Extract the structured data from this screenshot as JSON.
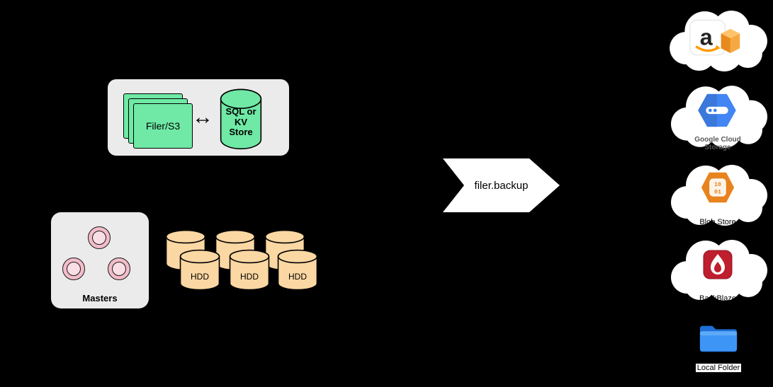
{
  "filer_cluster": {
    "filer_label": "Filer/S3",
    "link_glyph": "↔",
    "store_line1": "SQL or",
    "store_line2": "KV",
    "store_line3": "Store"
  },
  "master_cluster": {
    "label": "Masters"
  },
  "volume_cluster": {
    "hdd1": "HDD",
    "hdd2": "HDD",
    "hdd3": "HDD"
  },
  "backup_arrow": {
    "label": "filer.backup"
  },
  "destinations": {
    "aws": {
      "icon": "aws-s3-box-icon",
      "letter": "a"
    },
    "gcs": {
      "icon": "google-cloud-storage-icon",
      "label_line1": "Google Cloud",
      "label_line2": "Storage"
    },
    "blob": {
      "icon": "azure-blob-store-icon",
      "label": "Blob Store",
      "bits_top": "10",
      "bits_bottom": "01"
    },
    "backblaze": {
      "icon": "backblaze-flame-icon",
      "label": "BackBlaze"
    },
    "local": {
      "icon": "blue-folder-icon",
      "label": "Local Folder"
    }
  },
  "colors": {
    "background": "#000000",
    "cluster_panel": "#EBEBEB",
    "filer_green": "#6FE9A5",
    "hdd_peach": "#FBD7A3",
    "master_pink": "#F2BCC9",
    "cloud_white": "#FFFFFF",
    "gcp_blue": "#4285F4",
    "azure_orange": "#E8831D",
    "backblaze_red": "#BE1E2D",
    "folder_blue": "#2F8CEE",
    "aws_orange": "#FF9900"
  }
}
